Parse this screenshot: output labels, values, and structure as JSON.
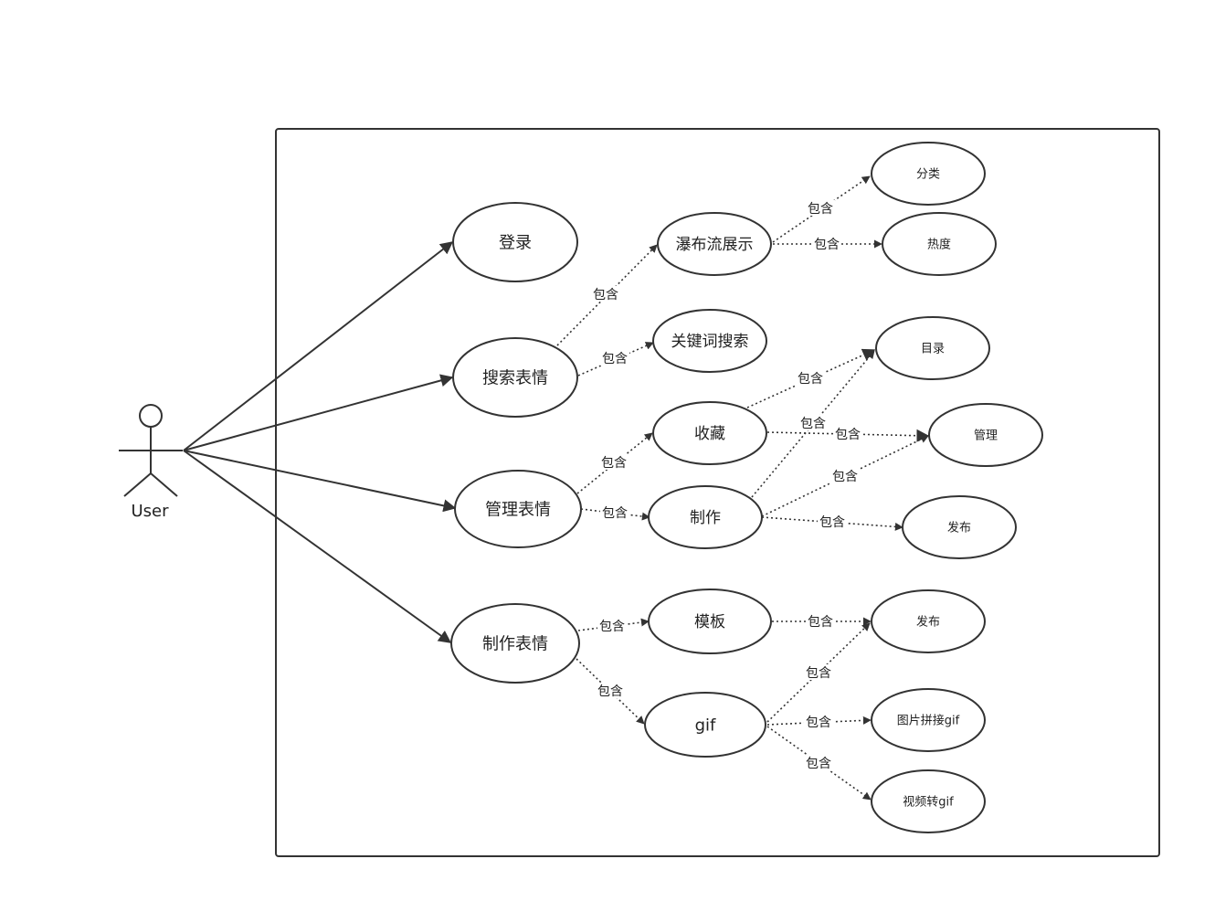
{
  "actor": {
    "name": "User"
  },
  "include_label": "包含",
  "use_cases": {
    "login": "登录",
    "search": "搜索表情",
    "manage": "管理表情",
    "make": "制作表情",
    "waterfall": "瀑布流展示",
    "keyword": "关键词搜索",
    "favorite": "收藏",
    "create": "制作",
    "template": "模板",
    "gif": "gif",
    "category": "分类",
    "popularity": "热度",
    "catalog": "目录",
    "management": "管理",
    "publish1": "发布",
    "publish2": "发布",
    "img_to_gif": "图片拼接gif",
    "video_to_gif": "视频转gif"
  },
  "associations": [
    {
      "from": "actor",
      "to": "login"
    },
    {
      "from": "actor",
      "to": "search"
    },
    {
      "from": "actor",
      "to": "manage"
    },
    {
      "from": "actor",
      "to": "make"
    }
  ],
  "includes": [
    {
      "from": "search",
      "to": "waterfall"
    },
    {
      "from": "search",
      "to": "keyword"
    },
    {
      "from": "waterfall",
      "to": "category"
    },
    {
      "from": "waterfall",
      "to": "popularity"
    },
    {
      "from": "manage",
      "to": "favorite"
    },
    {
      "from": "manage",
      "to": "create"
    },
    {
      "from": "favorite",
      "to": "catalog"
    },
    {
      "from": "favorite",
      "to": "management"
    },
    {
      "from": "create",
      "to": "catalog"
    },
    {
      "from": "create",
      "to": "management"
    },
    {
      "from": "create",
      "to": "publish1"
    },
    {
      "from": "make",
      "to": "template"
    },
    {
      "from": "make",
      "to": "gif"
    },
    {
      "from": "template",
      "to": "publish2"
    },
    {
      "from": "gif",
      "to": "publish2"
    },
    {
      "from": "gif",
      "to": "img_to_gif"
    },
    {
      "from": "gif",
      "to": "video_to_gif"
    }
  ]
}
